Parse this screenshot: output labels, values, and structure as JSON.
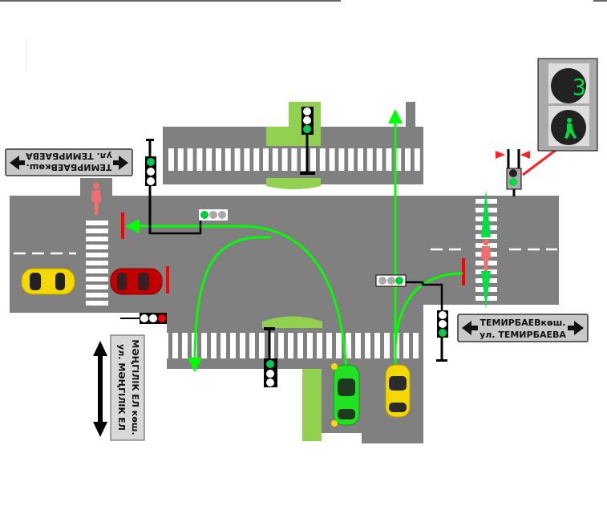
{
  "colors": {
    "road": "#808080",
    "island": "#92d050",
    "path": "#00ff00",
    "stop_line": "#ff0000",
    "pedestrian": "#f07070",
    "sign_bg": "#c8c8c8"
  },
  "signs": {
    "top_left": {
      "line1": "ТЕМИРБАЕВкөш.",
      "line2": "ул. ТЕМИРБАЕВА",
      "arrows": "left-right"
    },
    "right": {
      "line1": "ТЕМИРБАЕВкөш.",
      "line2": "ул. ТЕМИРБАЕВА",
      "arrows": "left-right"
    },
    "vertical": {
      "line1": "МӘҢГІЛІК ЕЛ көш.",
      "line2": "ул. МӘҢГІЛІК ЕЛ",
      "arrows": "up-down"
    }
  },
  "pedestrian_signal": {
    "countdown": "3",
    "state": "walk-green"
  },
  "traffic_lights": [
    {
      "id": "west-vertical",
      "active": "green"
    },
    {
      "id": "west-horizontal",
      "active": "green"
    },
    {
      "id": "north",
      "active": "green"
    },
    {
      "id": "west-bottom",
      "active": "red"
    },
    {
      "id": "south",
      "active": "green"
    },
    {
      "id": "east-vertical",
      "active": "green"
    },
    {
      "id": "east-horizontal",
      "active": "green"
    },
    {
      "id": "pedestrian-east",
      "active": "green"
    }
  ]
}
